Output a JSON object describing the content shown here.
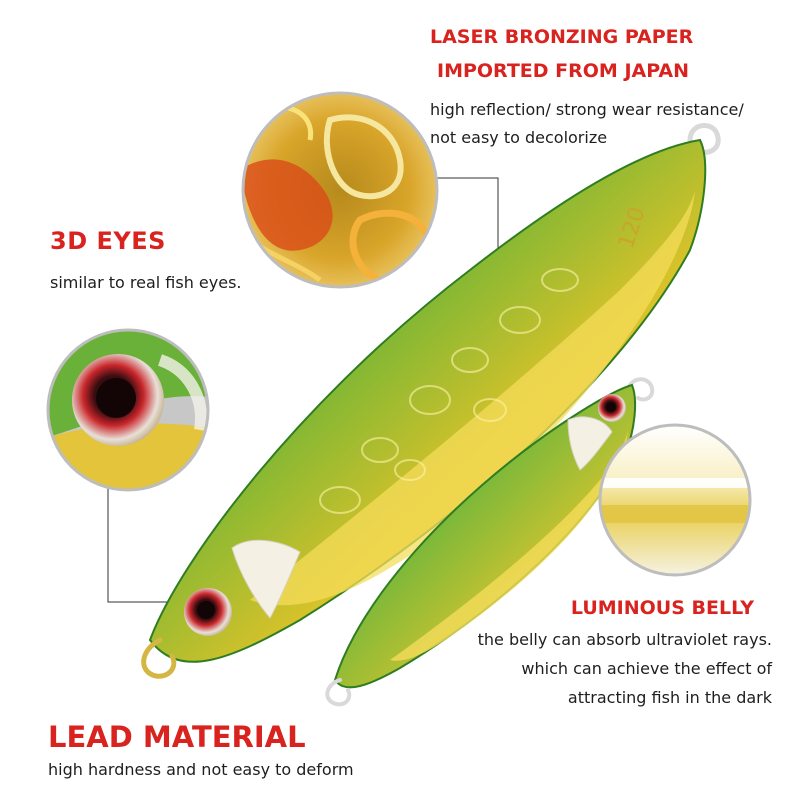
{
  "colors": {
    "heading": "#d8231f",
    "body_text": "#1e1e1e",
    "lure_back": "#3e9f2c",
    "lure_body": "#e9c62a",
    "lure_belly": "#f5dc5a",
    "eye_ring": "#c0242a",
    "hook": "#d9d9d9",
    "callout_line": "#333333"
  },
  "lure_marking": "120",
  "features": {
    "laser_paper": {
      "title_line1": "LASER BRONZING PAPER",
      "title_line2": "IMPORTED FROM JAPAN",
      "desc_line1": "high reflection/ strong wear resistance/",
      "desc_line2": "not easy to decolorize"
    },
    "eyes": {
      "title": "3D EYES",
      "desc": "similar to real fish eyes."
    },
    "belly": {
      "title": "LUMINOUS BELLY",
      "desc_line1": "the belly can absorb ultraviolet rays.",
      "desc_line2": "which can achieve the effect of",
      "desc_line3": "attracting fish in the dark"
    },
    "material": {
      "title": "LEAD MATERIAL",
      "desc": "high hardness and not easy to deform"
    }
  }
}
